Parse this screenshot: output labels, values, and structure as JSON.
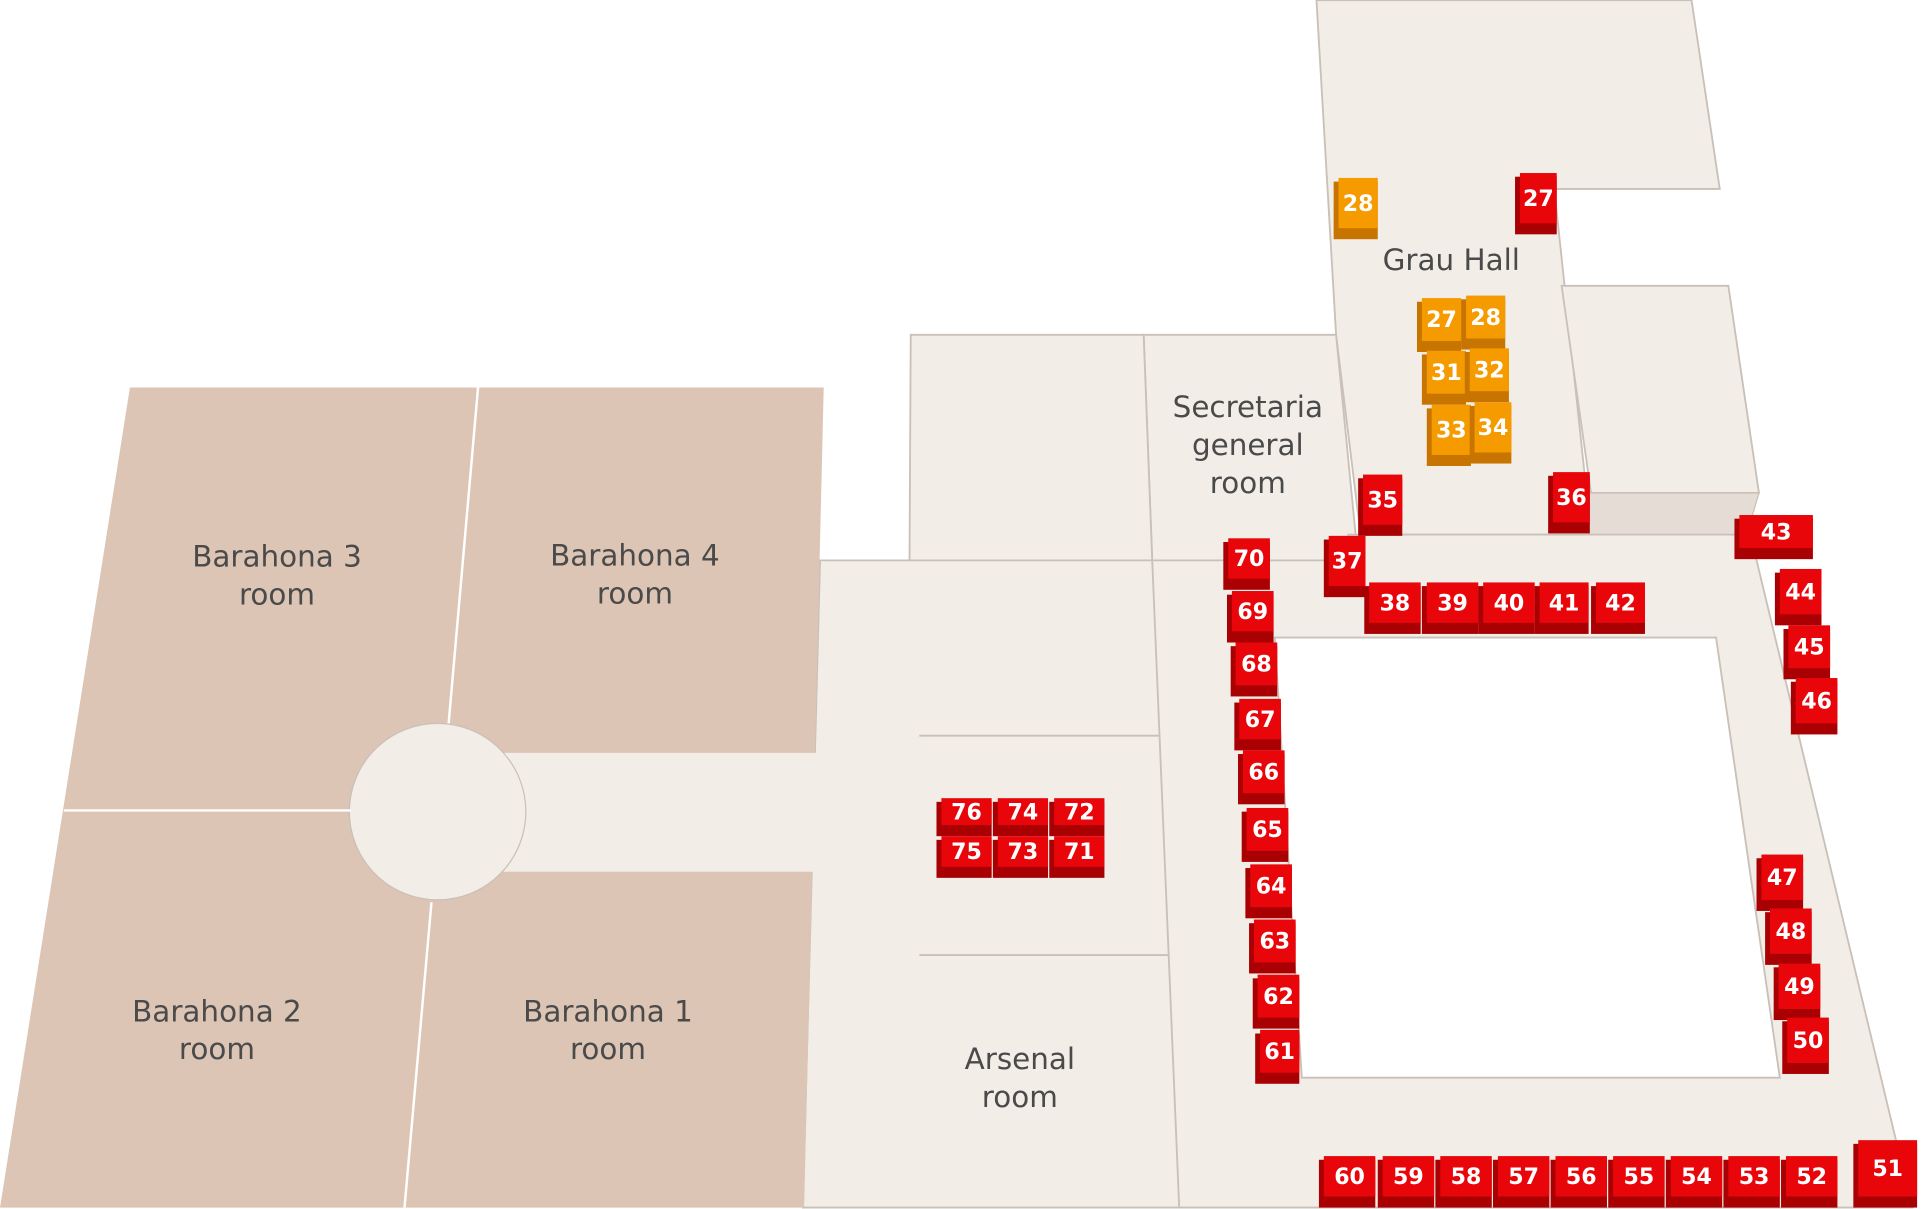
{
  "map": {
    "rooms": {
      "barahona3": [
        "Barahona 3",
        "room"
      ],
      "barahona4": [
        "Barahona 4",
        "room"
      ],
      "barahona2": [
        "Barahona 2",
        "room"
      ],
      "barahona1": [
        "Barahona 1",
        "room"
      ],
      "arsenal": [
        "Arsenal",
        "room"
      ],
      "secretaria": [
        "Secretaria",
        "general",
        "room"
      ],
      "grau": [
        "Grau Hall"
      ]
    },
    "colors": {
      "available": "#e8060b",
      "available_dark": "#a90003",
      "reserved": "#f59b00",
      "reserved_dark": "#c77400",
      "floor": "#f2ede7",
      "hall": "#dcc5b5"
    },
    "booths_orange": [
      "28",
      "27",
      "28",
      "31",
      "32",
      "33",
      "34"
    ],
    "booths_red": [
      "27",
      "35",
      "36",
      "37",
      "70",
      "69",
      "68",
      "67",
      "66",
      "65",
      "64",
      "63",
      "62",
      "61",
      "38",
      "39",
      "40",
      "41",
      "42",
      "43",
      "44",
      "45",
      "46",
      "47",
      "48",
      "49",
      "50",
      "60",
      "59",
      "58",
      "57",
      "56",
      "55",
      "54",
      "53",
      "52",
      "51",
      "76",
      "74",
      "72",
      "75",
      "73",
      "71"
    ]
  }
}
